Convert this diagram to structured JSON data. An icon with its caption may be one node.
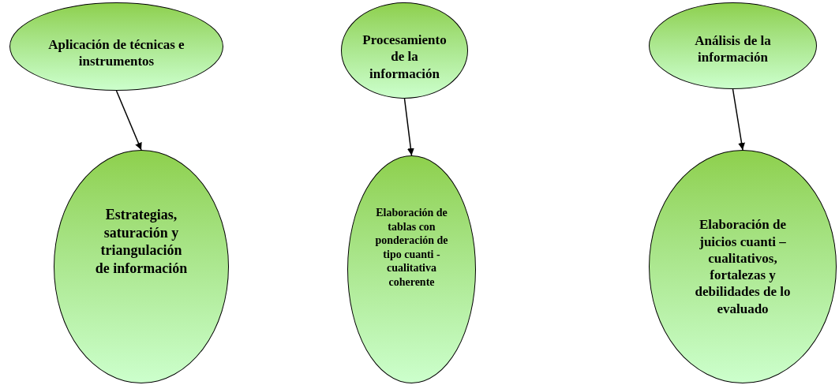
{
  "diagram": {
    "nodes": [
      {
        "text": [
          "Aplicación de técnicas e instrumentos"
        ]
      },
      {
        "text": [
          "Procesamiento de la información"
        ]
      },
      {
        "text": [
          "Análisis de la información"
        ]
      },
      {
        "text": [
          "Estrategias, saturación y triangulación de información"
        ]
      },
      {
        "text": [
          "Elaboración de tablas con ponderación de tipo cuanti - cualitativa coherente"
        ]
      },
      {
        "text": [
          "Elaboración de juicios cuanti – cualitativos, fortalezas y debilidades de lo evaluado"
        ]
      }
    ],
    "edges": [
      {
        "from": 0,
        "to": 3,
        "arrow": "to"
      },
      {
        "from": 1,
        "to": 4,
        "arrow": "to"
      },
      {
        "from": 2,
        "to": 5,
        "arrow": "to"
      }
    ]
  }
}
